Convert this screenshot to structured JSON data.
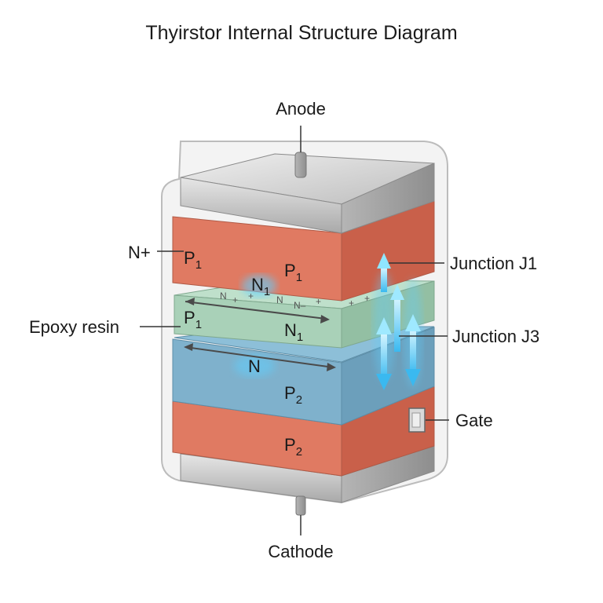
{
  "title": "Thyirstor Internal Structure Diagram",
  "labels": {
    "anode": "Anode",
    "cathode": "Cathode",
    "n_plus": "N+",
    "epoxy": "Epoxy resin",
    "junction_j1": "Junction J1",
    "junction_j3": "Junction J3",
    "gate": "Gate"
  },
  "layers": {
    "top_p1_left": "P",
    "top_p1_left_sub": "1",
    "top_p1_front": "P",
    "top_p1_front_sub": "1",
    "n1_top": "N",
    "n1_top_sub": "1",
    "n1_left": "P",
    "n1_left_sub": "1",
    "n1_front": "N",
    "n1_front_sub": "1",
    "n_label": "N",
    "p2_upper": "P",
    "p2_upper_sub": "2",
    "p2_lower": "P",
    "p2_lower_sub": "2"
  },
  "surface_marks": [
    "N",
    "+",
    "+",
    "N",
    "N–",
    "+",
    "+",
    "+"
  ],
  "colors": {
    "p_layer": "#e07a62",
    "n_layer": "#a9d1b8",
    "p2_layer": "#7fb1cc",
    "metal": "#c9c9c9",
    "glow": "#5fd0ff"
  }
}
